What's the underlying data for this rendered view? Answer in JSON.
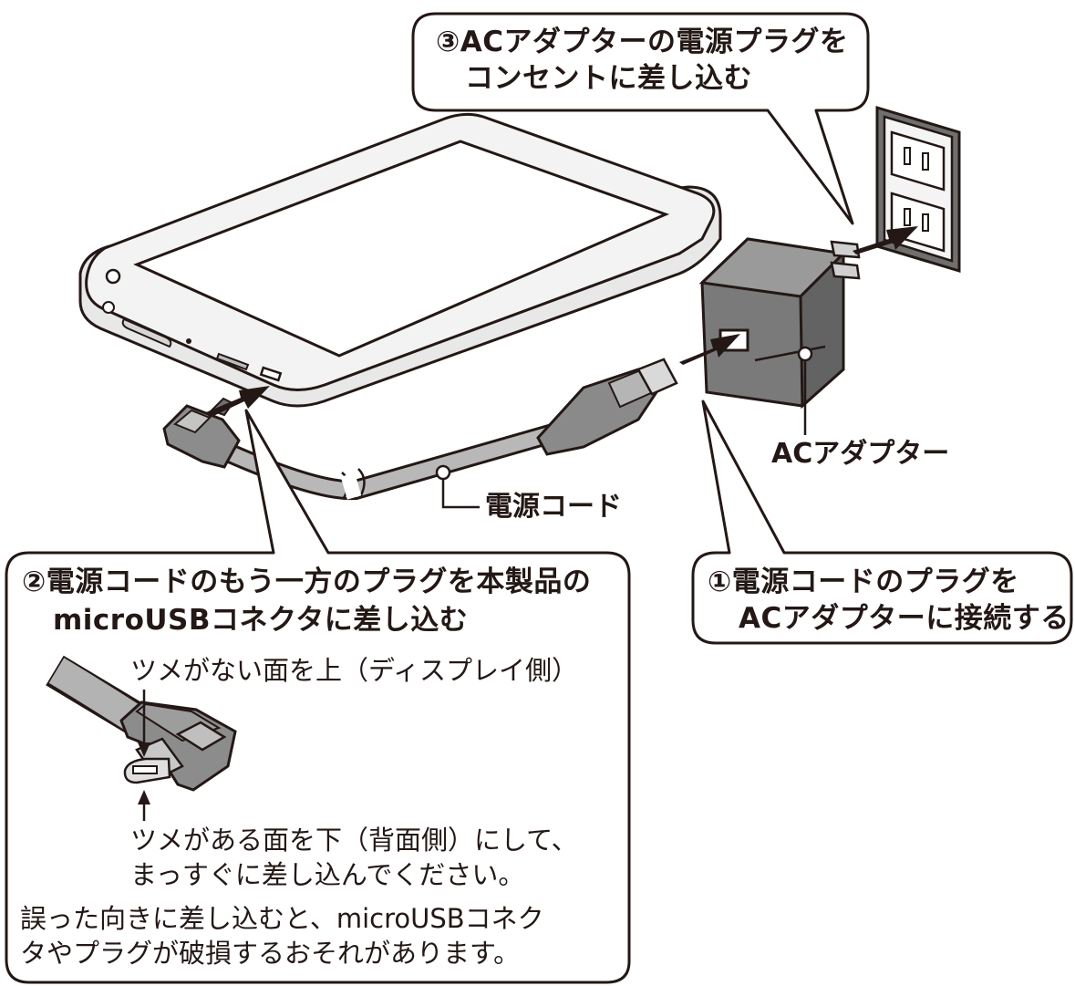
{
  "callouts": {
    "step3": {
      "line1": "③ACアダプターの電源プラグを",
      "line2": "コンセントに差し込む"
    },
    "step2": {
      "line1": "②電源コードのもう一方のプラグを本製品の",
      "line2": "microUSBコネクタに差し込む"
    },
    "step1": {
      "line1": "①電源コードのプラグを",
      "line2": "ACアダプターに接続する"
    }
  },
  "labels": {
    "power_cord": "電源コード",
    "ac_adapter": "ACアダプター"
  },
  "connector_notes": {
    "top_side": "ツメがない面を上（ディスプレイ側）",
    "bottom_side_line1": "ツメがある面を下（背面側）にして、",
    "bottom_side_line2": "まっすぐに差し込んでください。"
  },
  "warning": {
    "line1": "誤った向きに差し込むと、microUSBコネク",
    "line2": "タやプラグが破損するおそれがあります。"
  },
  "colors": {
    "line": "#231815",
    "tablet_body": "#ececec",
    "screen": "#ffffff",
    "adapter": "#7a7a7a",
    "adapter_dark": "#5e5e5e",
    "cable": "#b3b3b3",
    "outlet_frame": "#6f6f6f",
    "outlet_plate": "#f4f4f4"
  }
}
